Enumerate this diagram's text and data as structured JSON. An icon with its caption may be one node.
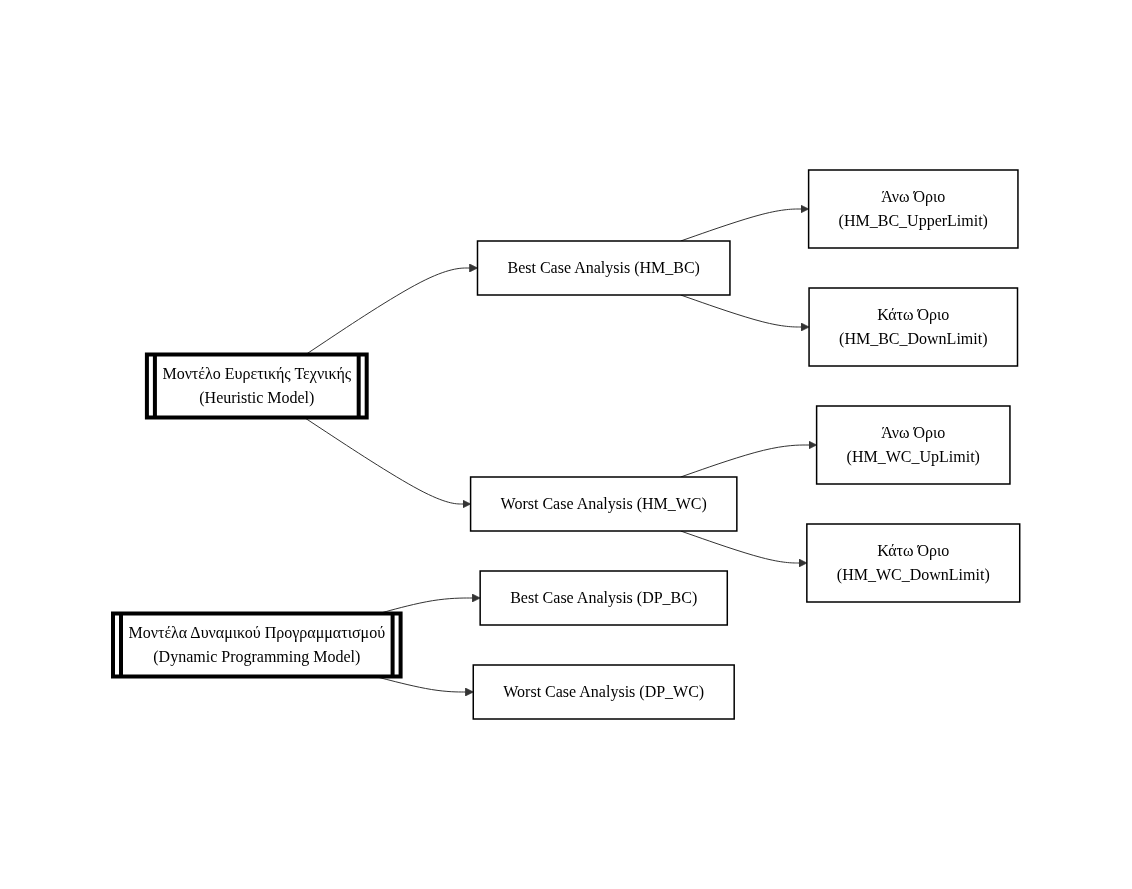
{
  "diagram": {
    "nodes": [
      {
        "text": [
          "Μοντέλο Ευρετικής Τεχνικής",
          "(Heuristic Model)"
        ]
      },
      {
        "text": [
          "Best Case Analysis (HM_BC)"
        ]
      },
      {
        "text": [
          "Άνω Όριο",
          "(HM_BC_UpperLimit)"
        ]
      },
      {
        "text": [
          "Κάτω Όριο",
          "(HM_BC_DownLimit)"
        ]
      },
      {
        "text": [
          "Worst Case Analysis (HM_WC)"
        ]
      },
      {
        "text": [
          "Άνω Όριο",
          "(HM_WC_UpLimit)"
        ]
      },
      {
        "text": [
          "Κάτω Όριο",
          "(HM_WC_DownLimit)"
        ]
      },
      {
        "text": [
          "Μοντέλα Δυναμικού Προγραμματισμού",
          "(Dynamic Programming Model)"
        ]
      },
      {
        "text": [
          "Best Case Analysis (DP_BC)"
        ]
      },
      {
        "text": [
          "Worst Case Analysis (DP_WC)"
        ]
      }
    ],
    "edges": [
      {
        "from": 0,
        "to": 1,
        "arrow": "to"
      },
      {
        "from": 0,
        "to": 4,
        "arrow": "to"
      },
      {
        "from": 1,
        "to": 2,
        "arrow": "to"
      },
      {
        "from": 1,
        "to": 3,
        "arrow": "to"
      },
      {
        "from": 4,
        "to": 5,
        "arrow": "to"
      },
      {
        "from": 4,
        "to": 6,
        "arrow": "to"
      },
      {
        "from": 7,
        "to": 8,
        "arrow": "to"
      },
      {
        "from": 7,
        "to": 9,
        "arrow": "to"
      }
    ]
  }
}
